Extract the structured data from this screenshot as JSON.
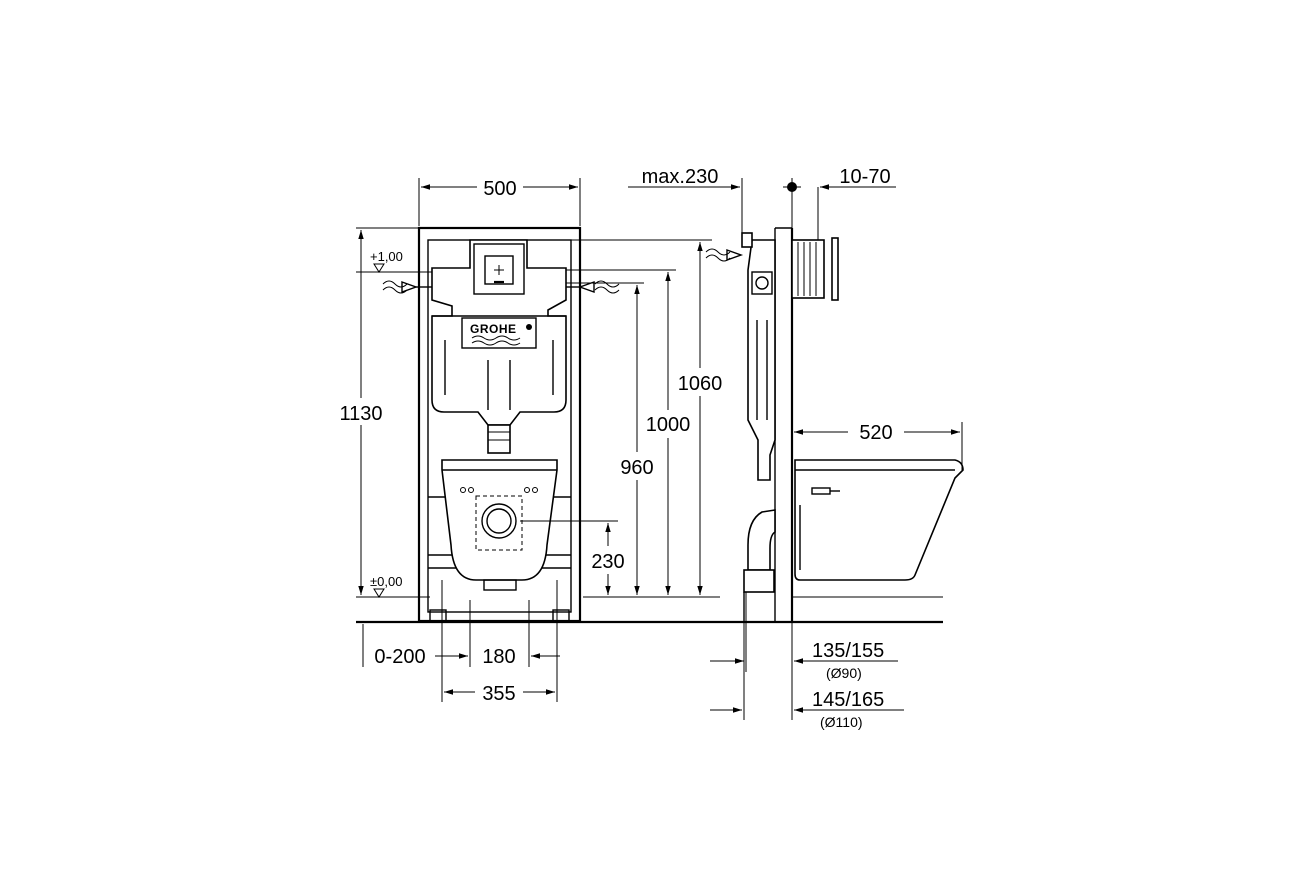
{
  "brand": {
    "logo_text": "GROHE",
    "logo_mark": "registered-mark"
  },
  "front_view": {
    "levels": {
      "upper": "+1,00",
      "lower": "±0,00"
    },
    "dimensions": {
      "frame_width": "500",
      "frame_height": "1130",
      "height_1060": "1060",
      "height_1000": "1000",
      "height_960": "960",
      "height_230": "230",
      "offset": "0-200",
      "bolt_spacing": "180",
      "bracket_spacing": "355"
    }
  },
  "side_view": {
    "dimensions": {
      "max_depth": "max.230",
      "wall_range": "10-70",
      "bowl_projection": "520",
      "depth_90": "135/155",
      "pipe_90": "(Ø90)",
      "depth_110": "145/165",
      "pipe_110": "(Ø110)"
    }
  },
  "icons": [
    "water-inlet-icon",
    "level-marker-icon",
    "center-mark-icon"
  ]
}
